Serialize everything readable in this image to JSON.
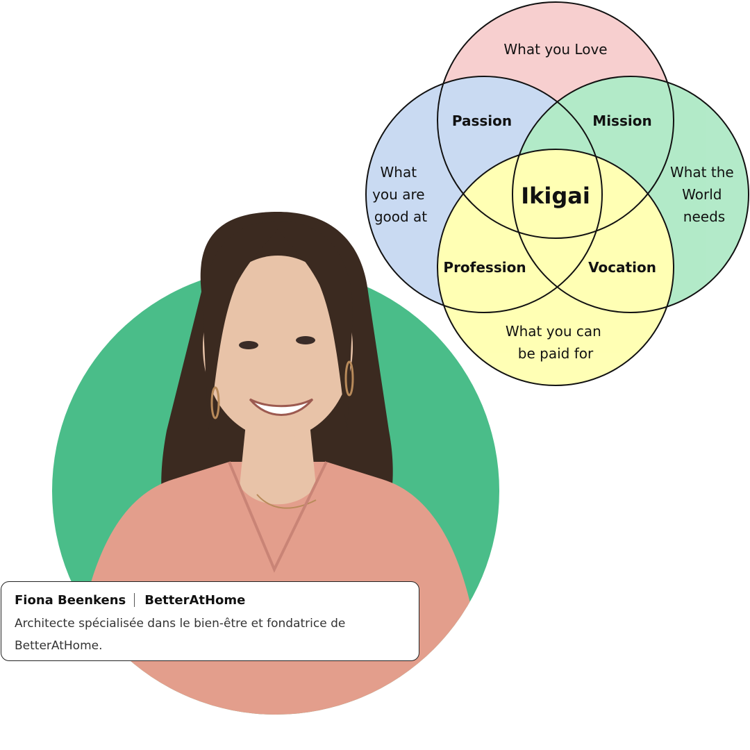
{
  "diagram": {
    "title": "",
    "sets": [
      {
        "id": "love",
        "label": "What you Love",
        "color": "#f2a8a8"
      },
      {
        "id": "good",
        "label_lines": [
          "What",
          "you are",
          "good at"
        ],
        "color": "#9dbde9"
      },
      {
        "id": "world",
        "label_lines": [
          "What the",
          "World",
          "needs"
        ],
        "color": "#75d99c"
      },
      {
        "id": "paid",
        "label_lines": [
          "What you can",
          "be paid for"
        ],
        "color": "#ffff78"
      }
    ],
    "intersections": {
      "passion": "Passion",
      "mission": "Mission",
      "profession": "Profession",
      "vocation": "Vocation",
      "center": "Ikigai"
    }
  },
  "portrait": {
    "background_color": "#4abd89",
    "skin_color": "#e8c3a8",
    "hair_color": "#3b2a20",
    "shirt_color": "#e39e8c"
  },
  "caption": {
    "name": "Fiona Beenkens",
    "company": "BetterAtHome",
    "description": "Architecte spécialisée dans le bien-être et fondatrice de BetterAtHome."
  }
}
